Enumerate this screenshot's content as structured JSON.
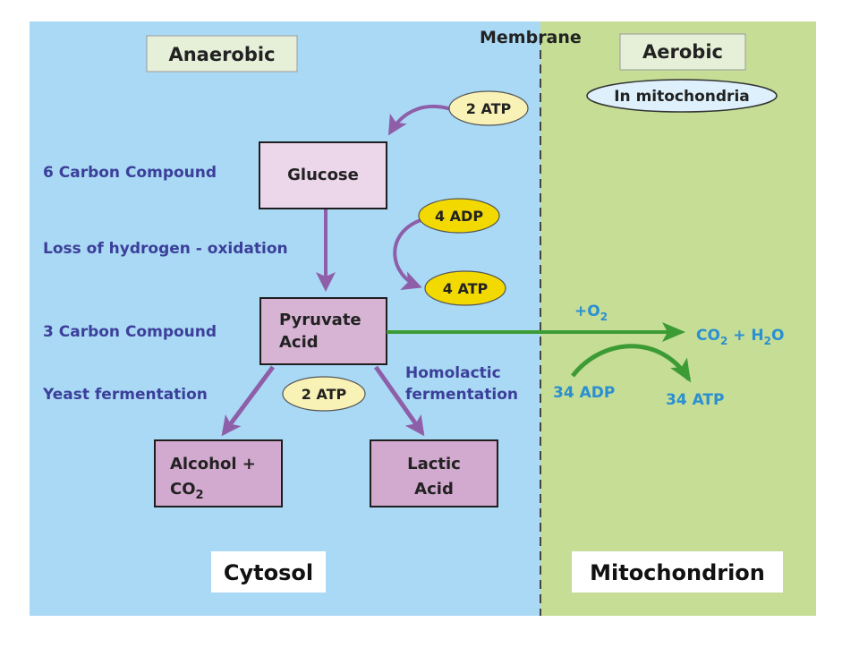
{
  "colors": {
    "cytosol_bg": "#a9d9f4",
    "mito_bg": "#c5dd95",
    "glucose_box": "#ecd6ea",
    "product_box": "#d2a9cf",
    "atp_yellow_light": "#f8f2b6",
    "atp_yellow": "#f2d900",
    "purple_arrow": "#8e5fa8",
    "green_arrow": "#3c9b35",
    "label_blue": "#3c3f9a",
    "aerobic_blue": "#2b8fd1"
  },
  "regions": {
    "anaerobic": "Anaerobic",
    "aerobic": "Aerobic",
    "in_mitochondria": "In mitochondria",
    "membrane": "Membrane",
    "cytosol": "Cytosol",
    "mitochondrion": "Mitochondrion"
  },
  "side_labels": {
    "six_carbon": "6 Carbon Compound",
    "oxidation": "Loss of hydrogen - oxidation",
    "three_carbon": "3 Carbon Compound",
    "yeast": "Yeast fermentation",
    "homolactic_1": "Homolactic",
    "homolactic_2": "fermentation"
  },
  "boxes": {
    "glucose": "Glucose",
    "pyruvate_1": "Pyruvate",
    "pyruvate_2": "Acid",
    "alcohol_1": "Alcohol +",
    "alcohol_2": "CO",
    "alcohol_2_sub": "2",
    "lactic_1": "Lactic",
    "lactic_2": "Acid"
  },
  "energy": {
    "atp_in": "2 ATP",
    "adp_4": "4 ADP",
    "atp_4": "4 ATP",
    "atp_ferment": "2 ATP",
    "adp_34": "34 ADP",
    "atp_34": "34 ATP"
  },
  "aerobic_reaction": {
    "o2_plus": "+O",
    "o2_sub": "2",
    "co2": "CO",
    "co2_sub": "2",
    "plus_h": " + H",
    "h2_sub": "2",
    "o": "O"
  }
}
